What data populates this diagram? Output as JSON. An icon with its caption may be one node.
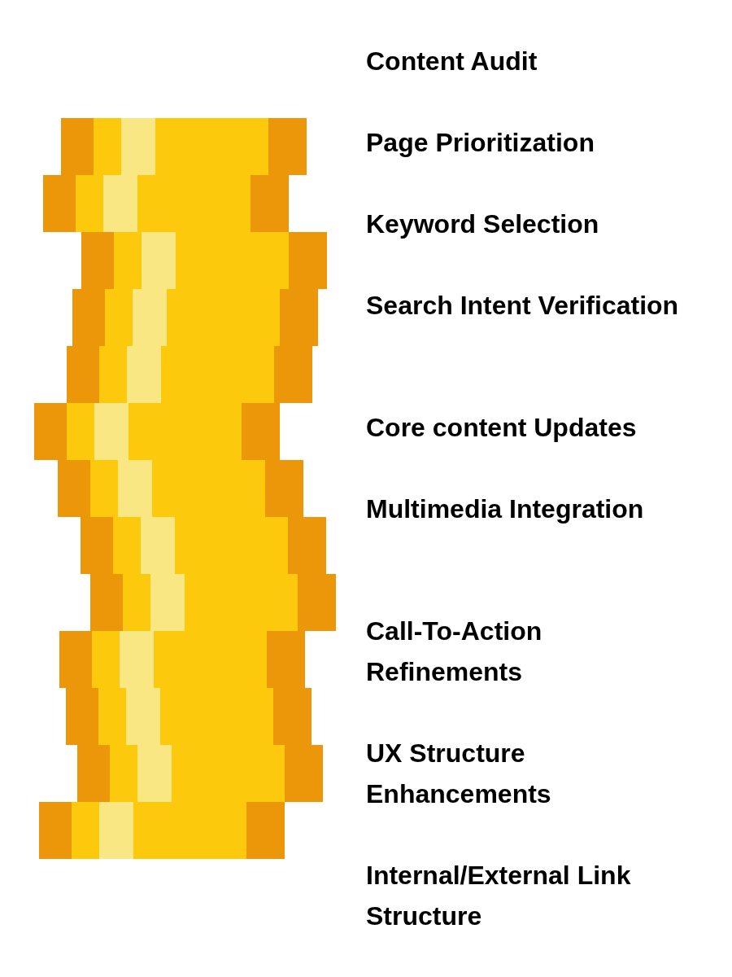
{
  "diagram": {
    "labels": [
      "Content Audit",
      "Page Prioritization",
      "Keyword Selection",
      "Search Intent Verification",
      "Core content Updates",
      "Multimedia Integration",
      "Call-To-Action Refinements",
      "UX Structure Enhancements",
      "Internal/External Link Structure"
    ]
  }
}
